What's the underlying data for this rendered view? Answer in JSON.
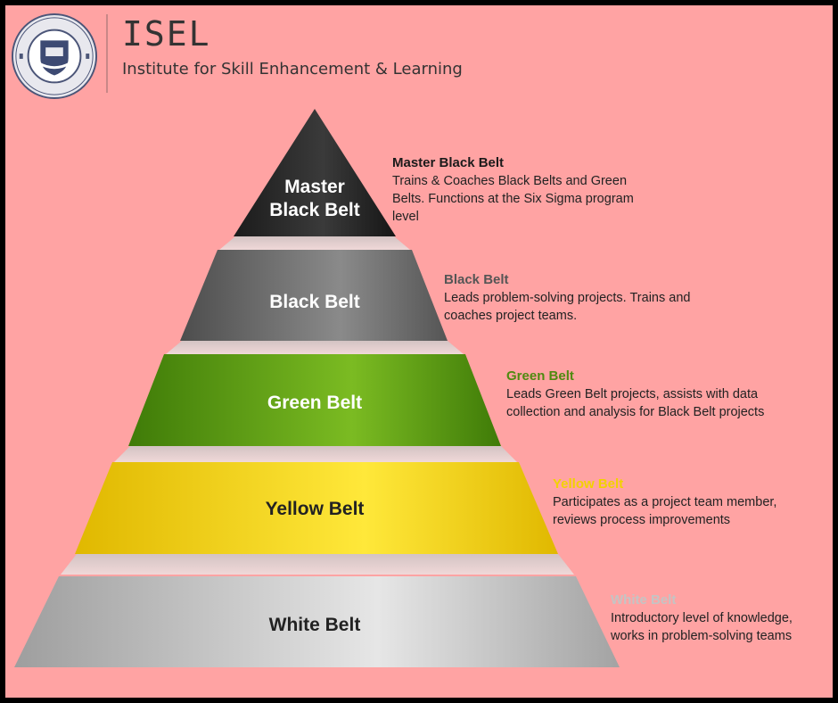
{
  "header": {
    "title": "ISEL",
    "tagline": "Institute for Skill Enhancement & Learning"
  },
  "tiers": [
    {
      "id": "master",
      "label_line1": "Master",
      "label_line2": "Black Belt",
      "desc_title": "Master Black Belt",
      "desc_text": "Trains & Coaches Black Belts and Green Belts. Functions at the Six Sigma program level",
      "title_color": "#1a1a1a",
      "fill_color": "#2a2a2a",
      "label_color": "#ffffff"
    },
    {
      "id": "black",
      "label_line1": "Black Belt",
      "desc_title": "Black Belt",
      "desc_text": "Leads problem-solving projects. Trains and coaches project teams.",
      "title_color": "#555555",
      "fill_color": "#6b6b6b",
      "label_color": "#ffffff"
    },
    {
      "id": "green",
      "label_line1": "Green Belt",
      "desc_title": "Green Belt",
      "desc_text": "Leads Green Belt projects, assists with data collection and analysis for Black Belt projects",
      "title_color": "#4f8a10",
      "fill_color": "#5a9a12",
      "label_color": "#ffffff"
    },
    {
      "id": "yellow",
      "label_line1": "Yellow Belt",
      "desc_title": "Yellow Belt",
      "desc_text": "Participates as a project team member, reviews process improvements",
      "title_color": "#f2d200",
      "fill_color": "#f2d200",
      "label_color": "#222222"
    },
    {
      "id": "white",
      "label_line1": "White Belt",
      "desc_title": "White Belt",
      "desc_text": "Introductory level of knowledge, works in problem-solving teams",
      "title_color": "#c4c4c4",
      "fill_color": "#c8c8c8",
      "label_color": "#222222"
    }
  ]
}
